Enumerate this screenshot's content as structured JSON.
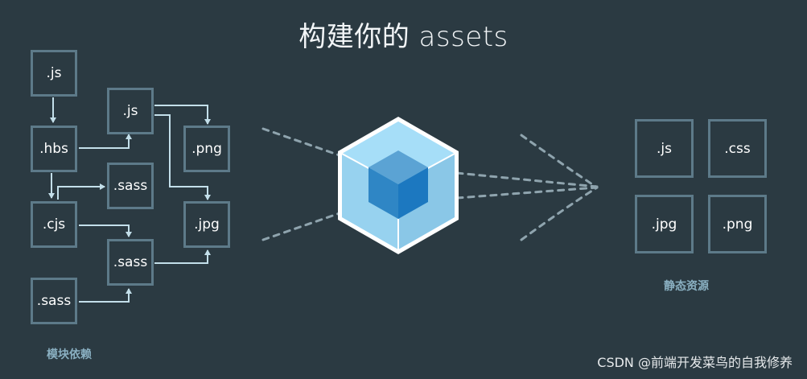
{
  "title": "构建你的 assets",
  "modules": {
    "caption": "模块依赖",
    "nodes": [
      ".js",
      ".hbs",
      ".cjs",
      ".sass",
      ".js",
      ".sass",
      ".sass",
      ".png",
      ".jpg"
    ]
  },
  "output": {
    "caption": "静态资源",
    "nodes": [
      ".js",
      ".css",
      ".jpg",
      ".png"
    ]
  },
  "watermark": "CSDN @前端开发菜鸟的自我修养",
  "colors": {
    "background": "#2b3a42",
    "node_border": "#5d7a89",
    "arrow": "#c3dfea",
    "cube_outer": "#8ed6fb",
    "cube_inner": "#1c78c0",
    "caption": "#8ab0c2"
  }
}
